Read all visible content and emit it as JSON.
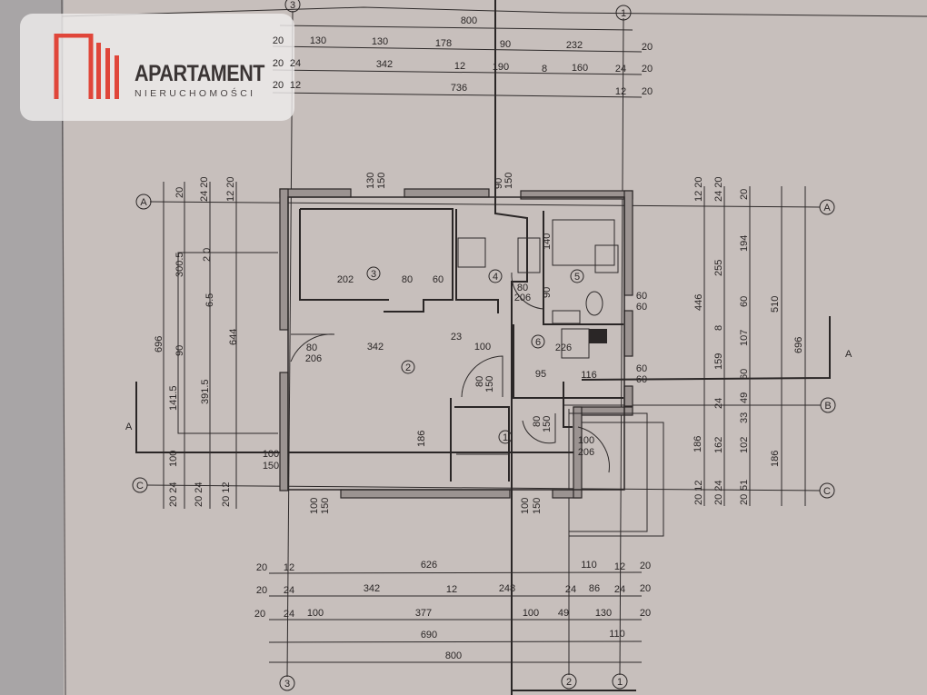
{
  "logo": {
    "name": "APARTAMENT",
    "subtitle": "NIERUCHOMOŚCI",
    "brand_color": "#e0463a"
  },
  "axes": {
    "top": [
      "3",
      "1"
    ],
    "bottom": [
      "3",
      "2",
      "1"
    ],
    "left": [
      "A",
      "C"
    ],
    "right": [
      "A",
      "B",
      "C"
    ],
    "section_mark": "A"
  },
  "dims_top": [
    [
      "800"
    ],
    [
      "20",
      "130",
      "130",
      "178",
      "90",
      "232",
      "20"
    ],
    [
      "20",
      "24",
      "342",
      "12",
      "190",
      "8",
      "160",
      "24",
      "20"
    ],
    [
      "20",
      "12",
      "736",
      "12",
      "20"
    ]
  ],
  "dims_bottom": [
    [
      "20",
      "12",
      "626",
      "110",
      "12",
      "20"
    ],
    [
      "20",
      "24",
      "342",
      "12",
      "248",
      "24",
      "86",
      "24",
      "20"
    ],
    [
      "20",
      "24",
      "100",
      "377",
      "100",
      "49",
      "130",
      "20"
    ],
    [
      "690",
      "110"
    ],
    [
      "800"
    ]
  ],
  "dims_right": [
    [
      "12 20",
      "446",
      "186",
      "20 12"
    ],
    [
      "24 20",
      "255",
      "8",
      "159",
      "24",
      "162",
      "20 24"
    ],
    [
      "20",
      "194",
      "60",
      "107",
      "60",
      "49",
      "33",
      "102",
      "51",
      "20"
    ],
    [
      "510",
      "186"
    ],
    [
      "696"
    ]
  ],
  "dims_left": [
    [
      "696"
    ],
    [
      "20",
      "300.5",
      "90",
      "141.5",
      "100",
      "20 24"
    ],
    [
      "24 20",
      "2 0",
      "6.5",
      "391.5",
      "20 24"
    ],
    [
      "12 20",
      "644",
      "20 12"
    ]
  ],
  "rooms": [
    "1",
    "2",
    "3",
    "4",
    "5",
    "6"
  ],
  "interior": {
    "r3_202": "202",
    "r3_80": "80",
    "r3_60": "60",
    "win_top1_a": "130",
    "win_top1_b": "150",
    "win_top2_a": "90",
    "win_top2_b": "150",
    "door4_w": "80",
    "door4_h": "206",
    "r5_140": "140",
    "r5_90": "90",
    "win5_a": "60",
    "win5_b": "60",
    "door_l_w": "80",
    "door_l_h": "206",
    "r2_342": "342",
    "r2_23": "23",
    "r2_100": "100",
    "r6_226": "226",
    "door2_w": "80",
    "door2_h": "150",
    "r6_95": "95",
    "r6_116": "116",
    "win6_a": "60",
    "win6_b": "60",
    "r2_186": "186",
    "door1_w": "80",
    "door1_h": "150",
    "entry_w": "100",
    "entry_h": "206",
    "win_l_a": "100",
    "win_l_b": "150",
    "win_b1_a": "100",
    "win_b1_b": "150",
    "win_b2_a": "100",
    "win_b2_b": "150"
  }
}
